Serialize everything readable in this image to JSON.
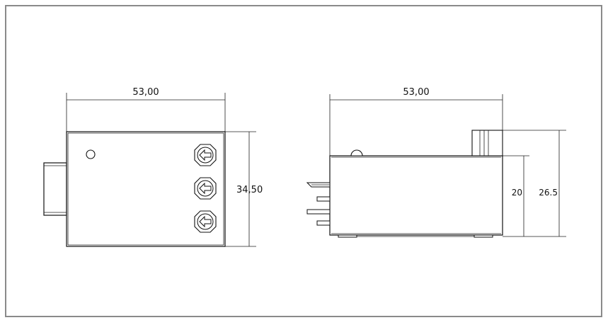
{
  "frame": {
    "border_color": "#8a8a8a"
  },
  "views": {
    "top": {
      "width_label": "53,00",
      "height_label": "34,50",
      "button_icon": "arrow-left-icon"
    },
    "side": {
      "width_label": "53,00",
      "body_height_label": "20",
      "total_height_label": "26.5"
    }
  }
}
